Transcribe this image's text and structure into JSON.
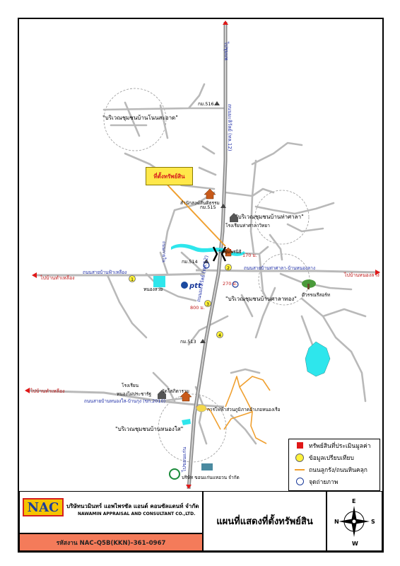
{
  "map": {
    "roads": {
      "highway_12": "ถนนมะลิวัลย์ (ทล.12)",
      "to_top": "ไปชุมแพ",
      "to_bottom": "ไปขอนแก่น",
      "to_left_upper": "ไปบ้านทำเหลือง",
      "to_right_upper": "ไปบ้านหนองลาง",
      "to_left_lower": "ไปบ้านทำเหลือง",
      "road_left_upper": "ถนนสายบ้านฟ้าเหลือง",
      "road_right_upper": "ถนนสายบ้านท่าศาลา-บ้านหนองลาง",
      "road_left_lower": "ถนนสายบ้านหนองใส-บ้านกุง (ขก.2010)",
      "side_road_label": "ถนนภายใน"
    },
    "places": {
      "community_top": "\"บริเวณชุมชนบ้านโนนสะอาด\"",
      "community_right_upper": "\"บริเวณชุมชนบ้านท่าศาลา\"",
      "community_right_mid": "\"บริเวณชุมชนบ้านศาลาทอง\"",
      "community_bottom": "\"บริเวณชุมชนบ้านหนองใส\"",
      "km_516": "กม.516",
      "km_515": "กม.515",
      "km_514": "กม.514",
      "km_513": "กม.513",
      "temple_upper": "สำนักสงฆ์สันติธรรม",
      "school_upper": "โรงเรียนท่าศาลาวิทยา",
      "temple_mid": "วัดชุมพรนิธิ",
      "pond": "หนองสวย",
      "resort": "ดีวรรณรีสอร์ท",
      "school_lower_1": "โรงเรียน",
      "school_lower_2": "หนองไผ่ประชารัฐ",
      "temple_lower": "วัดโสภิตาราม",
      "electricity": "การไฟฟ้าส่วนภูมิภาคอำเภอหนองเรือ",
      "company": "บริษัท ขอนแก่นแหอวน จำกัด",
      "ptt": "ptt"
    },
    "distances": {
      "d1": "170 ม.",
      "d2": "270 ม.",
      "d3": "800 ม."
    },
    "comparables": [
      "1",
      "2",
      "3",
      "4"
    ],
    "subject_callout": "ที่ตั้งทรัพย์สิน"
  },
  "legend": [
    {
      "icon": "red-square-icon",
      "label": "ทรัพย์สินที่ประเมินมูลค่า"
    },
    {
      "icon": "yellow-circle-icon",
      "label": "ข้อมูลเปรียบเทียบ"
    },
    {
      "icon": "orange-line-icon",
      "label": "ถนนลูกรัง/ถนนหินคลุก"
    },
    {
      "icon": "camera-direction-icon",
      "label": "จุดถ่ายภาพ"
    }
  ],
  "title_block": {
    "logo": "NAC",
    "company_th": "บริษัทนวมินทร์ แอพไพรซัล แอนด์ คอนซัลแตนท์ จำกัด",
    "company_en": "NAWAMIN APPRAISAL AND CONSULTANT CO.,LTD.",
    "code": "รหัสงาน  NAC–Q5B(KKN)–361–0967",
    "title": "แผนที่แสดงที่ตั้งทรัพย์สิน",
    "compass": {
      "n": "N",
      "s": "S",
      "e": "E",
      "w": "W"
    }
  },
  "colors": {
    "road": "#b9b9b9",
    "road_label": "#1f2fa8",
    "water": "#2ee6ec",
    "laterite": "#f0a030",
    "subject": "#e01818",
    "comparable": "#fff23a",
    "code_band": "#f47b5a"
  }
}
